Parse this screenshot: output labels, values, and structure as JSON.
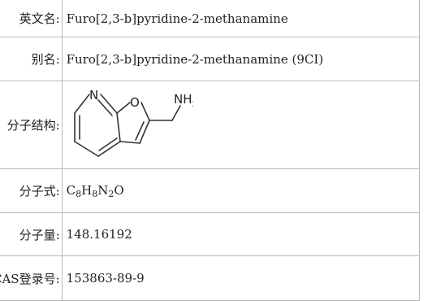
{
  "rows": {
    "english_name": {
      "label": "英文名:",
      "value": "Furo[2,3-b]pyridine-2-methanamine"
    },
    "alias": {
      "label": "别名:",
      "value": "Furo[2,3-b]pyridine-2-methanamine (9CI)"
    },
    "structure": {
      "label": "分子结构:",
      "atoms": {
        "n": "N",
        "o": "O",
        "nh": "NH",
        "h_sub": "2"
      }
    },
    "formula": {
      "label": "分子式:",
      "parts": [
        "C",
        "8",
        "H",
        "8",
        "N",
        "2",
        "O"
      ]
    },
    "weight": {
      "label": "分子量:",
      "value": "148.16192"
    },
    "cas": {
      "label": "CAS登录号:",
      "value": "153863-89-9"
    }
  }
}
